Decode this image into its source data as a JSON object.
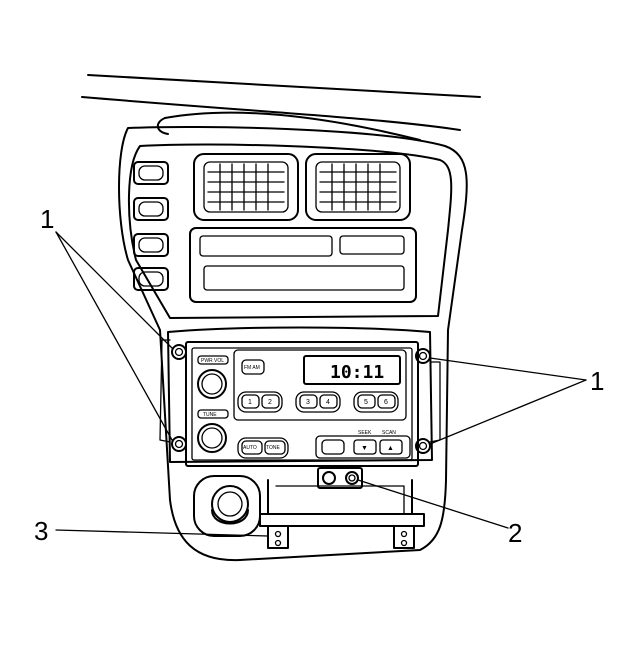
{
  "callouts": {
    "fastener_left": "1",
    "fastener_right": "1",
    "fastener_bottom_center": "2",
    "bracket_left": "3"
  },
  "radio": {
    "clock_display": "10:11",
    "knob_left_top_label": "PWR VOL",
    "knob_left_bottom_label": "TUNE",
    "band_button": "FM AM",
    "preset_buttons": [
      "1",
      "2",
      "3",
      "4",
      "5",
      "6"
    ],
    "bottom_left_buttons": [
      "AUTO",
      "TONE"
    ],
    "bottom_right_label_left": "SEEK",
    "bottom_right_label_right": "SCAN",
    "bottom_right_buttons": [
      "▼",
      "▲"
    ]
  }
}
